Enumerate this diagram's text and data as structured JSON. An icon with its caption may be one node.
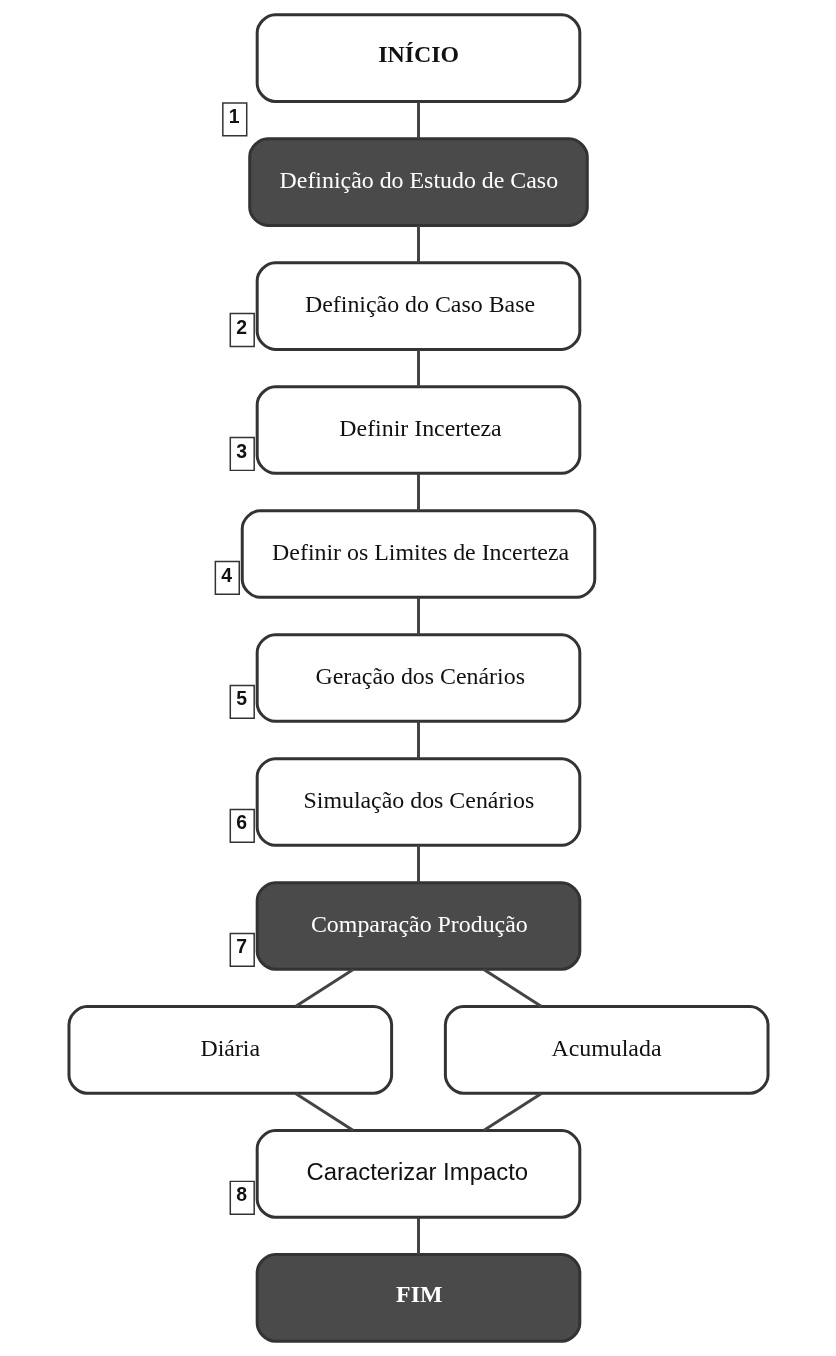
{
  "diagram": {
    "nodes": [
      {
        "text": [
          "INÍCIO"
        ]
      },
      {
        "text": [
          "Definição do Estudo de Caso"
        ],
        "beside": [
          "1"
        ]
      },
      {
        "text": [
          "Definição do Caso Base"
        ],
        "beside": [
          "2"
        ]
      },
      {
        "text": [
          "Definir Incerteza"
        ],
        "beside": [
          "3"
        ]
      },
      {
        "text": [
          "Definir os Limites de Incerteza"
        ],
        "beside": [
          "4"
        ]
      },
      {
        "text": [
          "Geração dos Cenários"
        ],
        "beside": [
          "5"
        ]
      },
      {
        "text": [
          "Simulação dos Cenários"
        ],
        "beside": [
          "6"
        ]
      },
      {
        "text": [
          "Comparação Produção"
        ],
        "beside": [
          "7"
        ]
      },
      {
        "text": [
          "Diária"
        ]
      },
      {
        "text": [
          "Acumulada"
        ]
      },
      {
        "text": [
          "Caracterizar Impacto"
        ],
        "beside": [
          "8"
        ]
      },
      {
        "text": [
          "FIM"
        ]
      }
    ],
    "edges": [
      {
        "from": 0,
        "to": 1,
        "arrow": "none"
      },
      {
        "from": 1,
        "to": 2,
        "arrow": "none"
      },
      {
        "from": 2,
        "to": 3,
        "arrow": "none"
      },
      {
        "from": 3,
        "to": 4,
        "arrow": "none"
      },
      {
        "from": 4,
        "to": 5,
        "arrow": "none"
      },
      {
        "from": 5,
        "to": 6,
        "arrow": "none"
      },
      {
        "from": 6,
        "to": 7,
        "arrow": "none"
      },
      {
        "from": 7,
        "to": 8,
        "arrow": "none"
      },
      {
        "from": 7,
        "to": 9,
        "arrow": "none"
      },
      {
        "from": 8,
        "to": 10,
        "arrow": "none"
      },
      {
        "from": 9,
        "to": 10,
        "arrow": "none"
      },
      {
        "from": 10,
        "to": 11,
        "arrow": "none"
      }
    ]
  }
}
